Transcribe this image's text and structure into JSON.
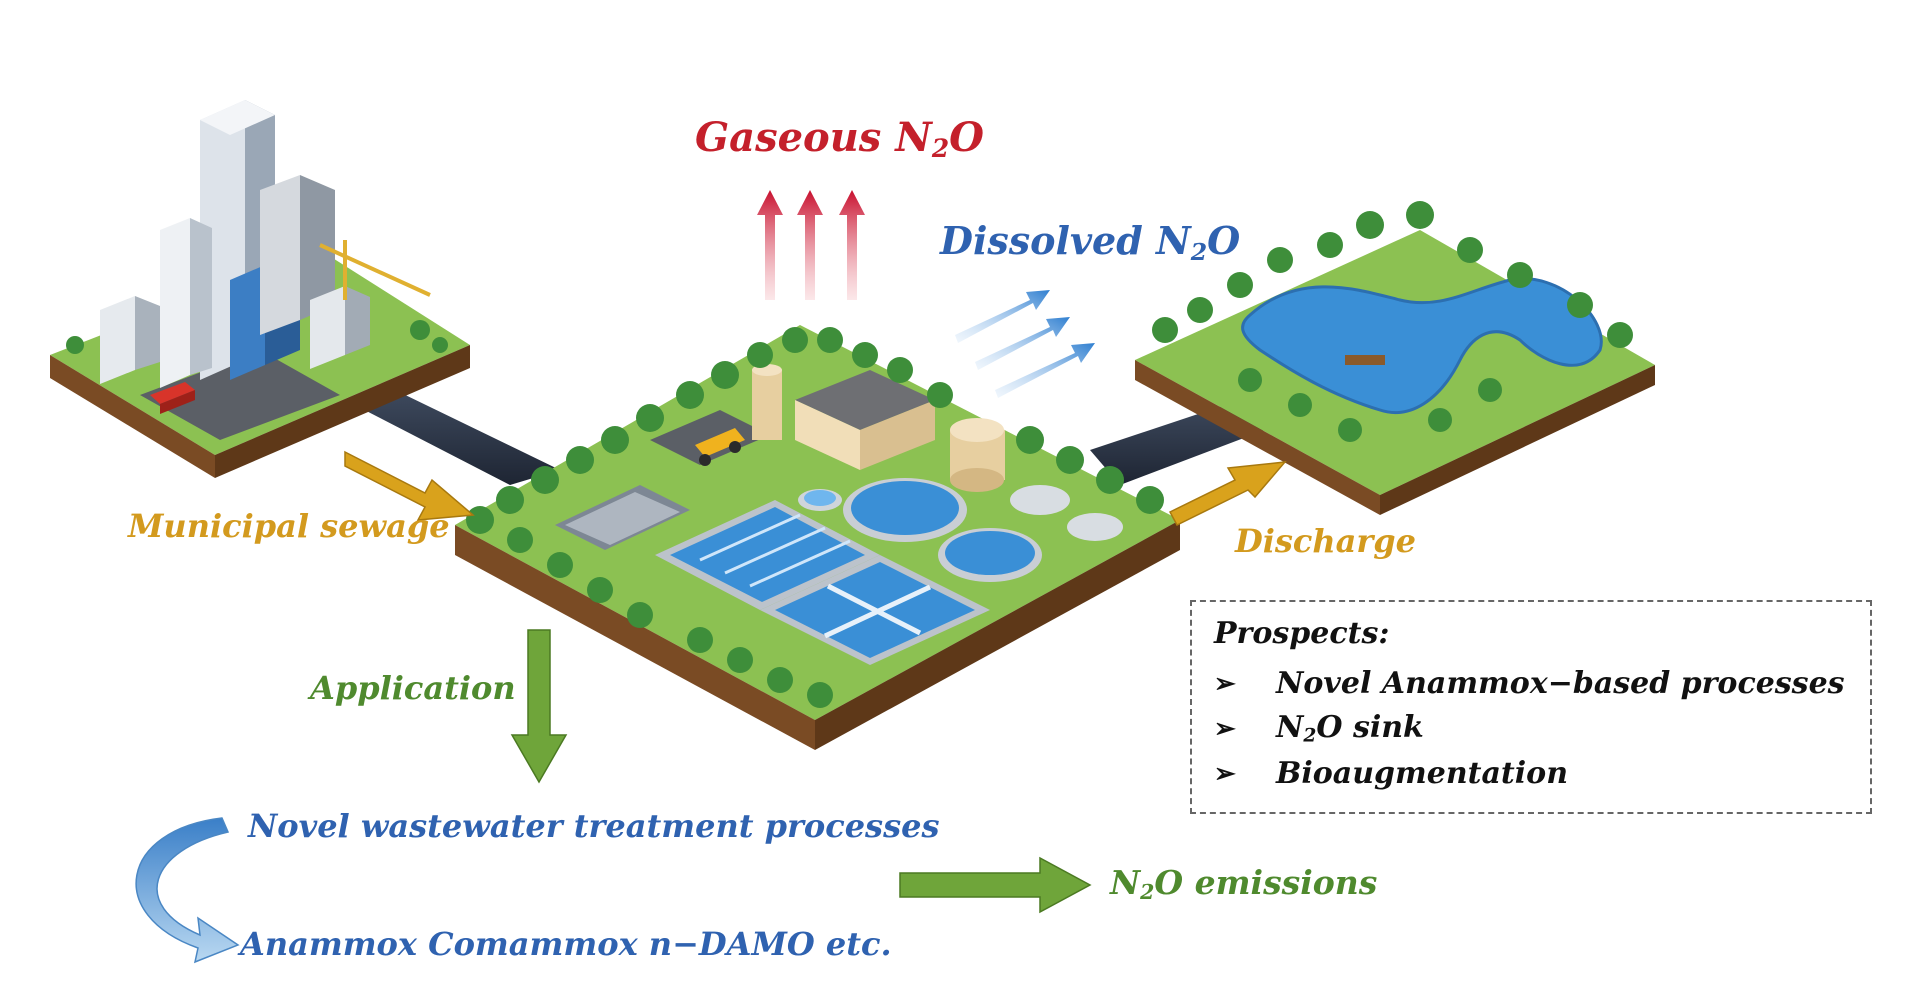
{
  "labels": {
    "gaseous_prefix": "Gaseous N",
    "gaseous_sub": "2",
    "gaseous_suffix": "O",
    "dissolved_prefix": "Dissolved N",
    "dissolved_sub": "2",
    "dissolved_suffix": "O",
    "municipal": "Municipal sewage",
    "discharge": "Discharge",
    "application": "Application",
    "novel_processes": "Novel wastewater treatment processes",
    "anammox_list": "Anammox Comammox n−DAMO etc.",
    "emissions_prefix": "N",
    "emissions_sub": "2",
    "emissions_suffix": "O emissions"
  },
  "prospects": {
    "title": "Prospects:",
    "bullet": "➢",
    "items": [
      {
        "text": "Novel Anammox−based processes"
      },
      {
        "prefix": "N",
        "sub": "2",
        "suffix": "O sink"
      },
      {
        "text": "Bioaugmentation"
      }
    ]
  },
  "colors": {
    "red": "#c4202b",
    "blue": "#2f62b0",
    "gold": "#d39a1e",
    "green": "#4f8a2e",
    "grass": "#8cc152",
    "soil": "#7a4b24",
    "water": "#3a8fd6"
  }
}
